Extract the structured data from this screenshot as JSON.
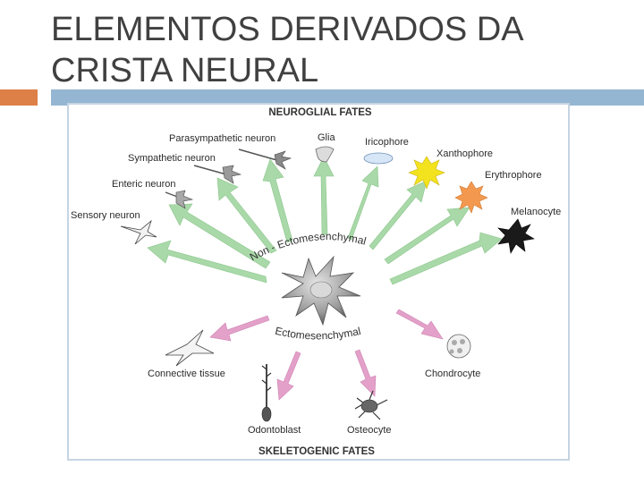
{
  "slide": {
    "title_line1": "ELEMENTOS DERIVADOS DA",
    "title_line2": "CRISTA NEURAL"
  },
  "figure": {
    "top_heading": "NEUROGLIAL FATES",
    "bottom_heading": "SKELETOGENIC FATES",
    "non_ecto_label": "Non - Ectomesenchymal",
    "ecto_label": "Ectomesenchymal",
    "labels": {
      "parasympathetic": "Parasympathetic neuron",
      "glia": "Glia",
      "iridophore": "Iricophore",
      "xanthophore": "Xanthophore",
      "sympathetic": "Sympathetic neuron",
      "erythrophore": "Erythrophore",
      "enteric": "Enteric neuron",
      "melanocyte": "Melanocyte",
      "sensory": "Sensory neuron",
      "connective": "Connective tissue",
      "chondrocyte": "Chondrocyte",
      "odontoblast": "Odontoblast",
      "osteocyte": "Osteocyte"
    },
    "colors": {
      "green_arrow": "#a9d9a9",
      "pink_arrow": "#e3a0c9",
      "xanthophore": "#f3e31e",
      "erythrophore": "#f3994f",
      "iridophore": "#d6e6f7",
      "melanocyte": "#1a1a1a"
    }
  }
}
